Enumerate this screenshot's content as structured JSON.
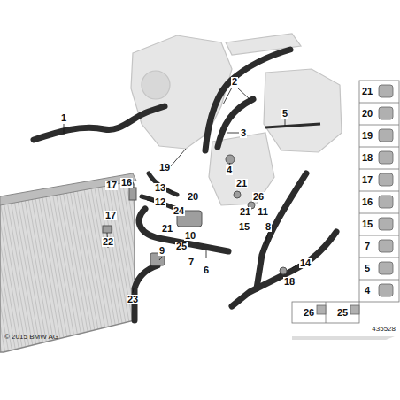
{
  "diagram": {
    "labels": [
      "1",
      "2",
      "3",
      "5",
      "4",
      "19",
      "13",
      "12",
      "17",
      "16",
      "17",
      "22",
      "21",
      "26",
      "21",
      "11",
      "24",
      "20",
      "10",
      "21",
      "15",
      "25",
      "8",
      "7",
      "6",
      "9",
      "23",
      "14",
      "18",
      "21",
      "20",
      "19",
      "18",
      "17",
      "16",
      "15",
      "7",
      "5",
      "4",
      "26",
      "25",
      "© 2015 BMW AG",
      "435528"
    ]
  }
}
